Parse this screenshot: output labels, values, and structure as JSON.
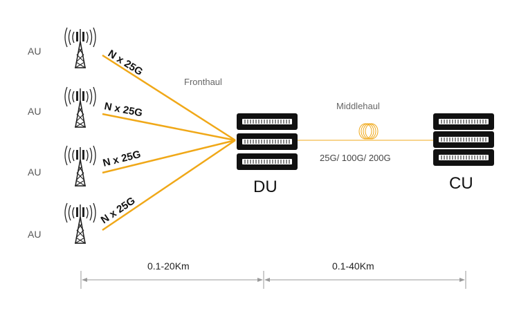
{
  "antennas": [
    {
      "label": "AU",
      "link_label": "N x 25G"
    },
    {
      "label": "AU",
      "link_label": "N x 25G"
    },
    {
      "label": "AU",
      "link_label": "N x 25G"
    },
    {
      "label": "AU",
      "link_label": "N x 25G"
    }
  ],
  "fronthaul_label": "Fronthaul",
  "middlehaul_label": "Middlehaul",
  "middlehaul_speeds": "25G/ 100G/ 200G",
  "du_label": "DU",
  "cu_label": "CU",
  "distances": {
    "fronthaul": "0.1-20Km",
    "middlehaul": "0.1-40Km"
  },
  "colors": {
    "link": "#f0a818",
    "server_body": "#111111",
    "dimension_line": "#9a9a9a"
  }
}
